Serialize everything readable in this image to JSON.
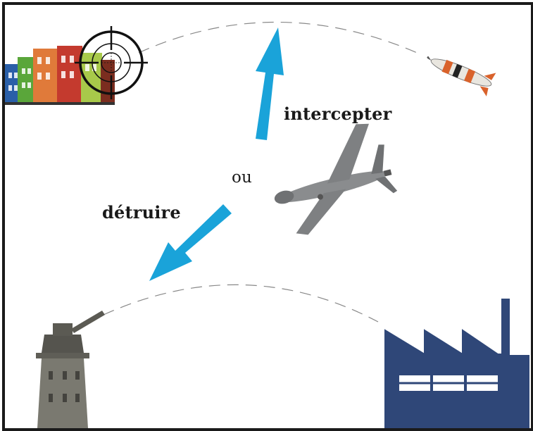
{
  "labels": {
    "intercept": "intercepter",
    "or": "ou",
    "destroy": "détruire"
  },
  "colors": {
    "arrow": "#1aa3d9",
    "factory": "#2f4778",
    "tower": "#6b6a62",
    "drone": "#8a8c8e",
    "frame": "#1a1a1a"
  },
  "icons": [
    "houses-icon",
    "crosshair-icon",
    "missile-icon",
    "drone-icon",
    "anti-aircraft-tower-icon",
    "factory-icon"
  ]
}
